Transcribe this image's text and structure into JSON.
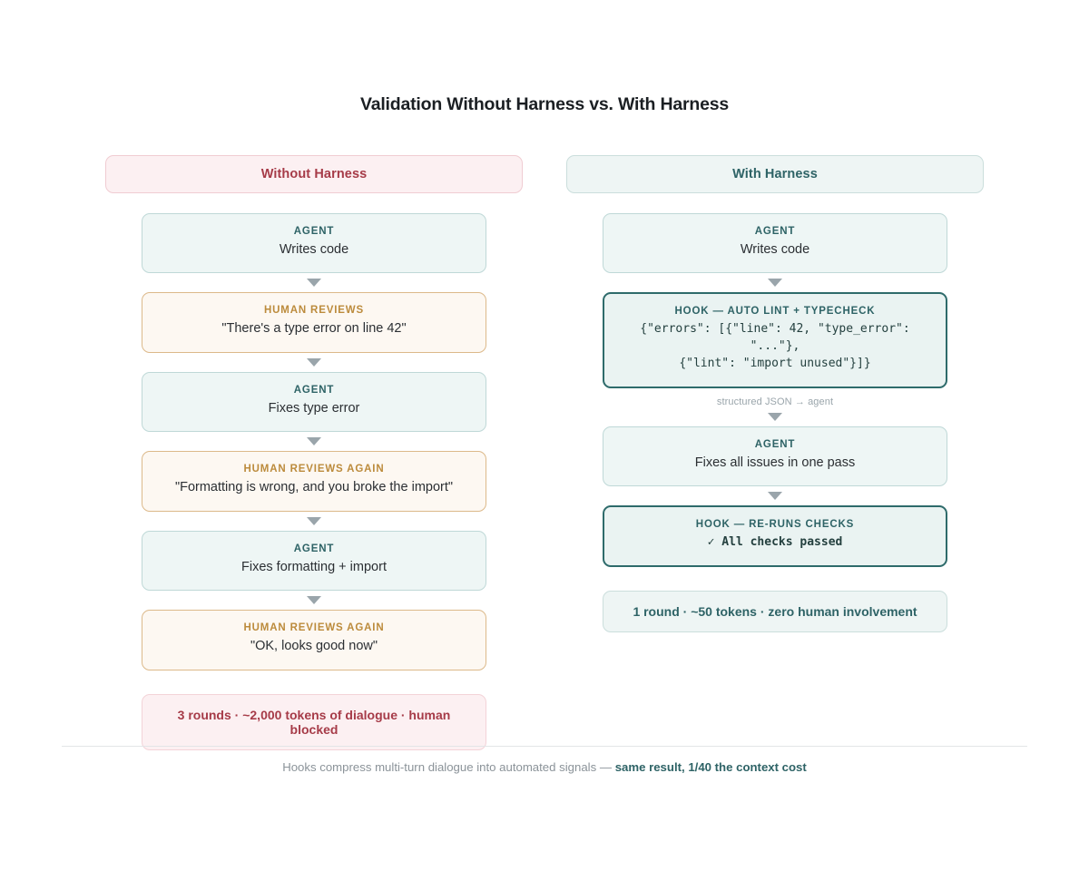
{
  "title": "Validation Without Harness vs. With Harness",
  "colors": {
    "bad_accent": "#a63b48",
    "good_accent": "#2e6366",
    "human_accent": "#bc8b3c",
    "hook_border": "#2e6b6b",
    "arrow": "#9aa5ab",
    "muted_text": "#8b9399"
  },
  "columns": [
    {
      "key": "without_harness",
      "header": "Without Harness",
      "steps": [
        {
          "kind": "agent",
          "label": "AGENT",
          "body": "Writes code"
        },
        {
          "kind": "human",
          "label": "HUMAN REVIEWS",
          "body": "\"There's a type error on line 42\""
        },
        {
          "kind": "agent",
          "label": "AGENT",
          "body": "Fixes type error"
        },
        {
          "kind": "human",
          "label": "HUMAN REVIEWS AGAIN",
          "body": "\"Formatting is wrong, and you broke the import\""
        },
        {
          "kind": "agent",
          "label": "AGENT",
          "body": "Fixes formatting + import"
        },
        {
          "kind": "human",
          "label": "HUMAN REVIEWS AGAIN",
          "body": "\"OK, looks good now\""
        }
      ],
      "summary": "3 rounds · ~2,000 tokens of dialogue · human blocked"
    },
    {
      "key": "with_harness",
      "header": "With Harness",
      "steps": [
        {
          "kind": "agent",
          "label": "AGENT",
          "body": "Writes code"
        },
        {
          "kind": "hook",
          "label": "HOOK — AUTO LINT + TYPECHECK",
          "body": "{\"errors\": [{\"line\": 42, \"type_error\": \"...\"},\n{\"lint\": \"import unused\"}]}",
          "mono": true,
          "edge_caption": "structured JSON → agent"
        },
        {
          "kind": "agent",
          "label": "AGENT",
          "body": "Fixes all issues in one pass"
        },
        {
          "kind": "hook",
          "label": "HOOK — RE-RUNS CHECKS",
          "body": "✓ All checks passed",
          "mono": true,
          "mono_bold": true
        }
      ],
      "summary": "1 round · ~50 tokens · zero human involvement"
    }
  ],
  "footer": {
    "text": "Hooks compress multi-turn dialogue into automated signals — ",
    "highlight": "same result, 1/40 the context cost"
  }
}
